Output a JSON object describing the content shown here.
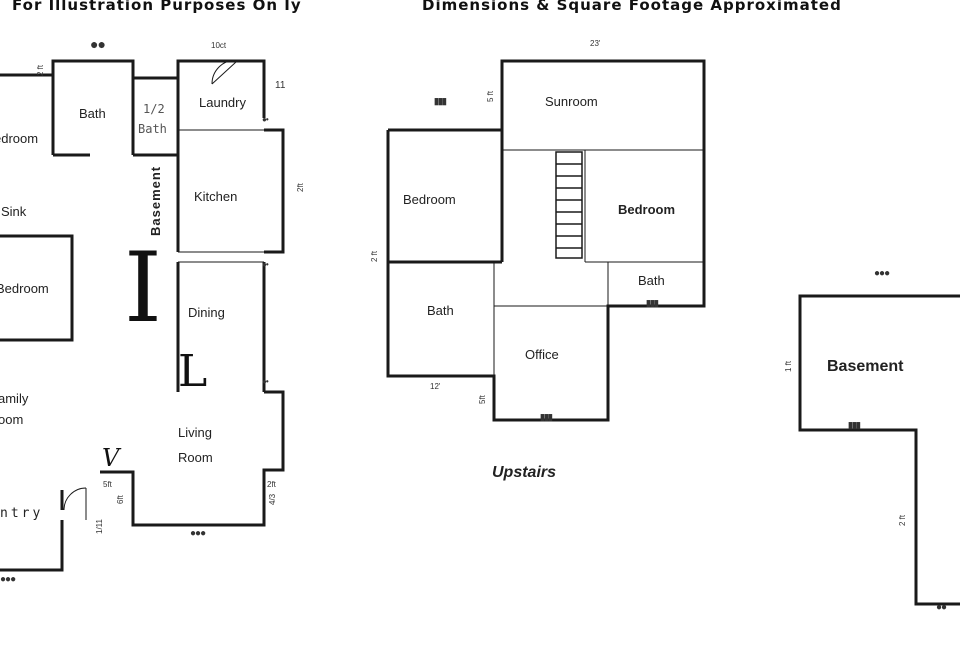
{
  "header": {
    "left": "For Illustration Purposes On Iy",
    "right": "Dimensions & Square Footage Approximated"
  },
  "main_floor": {
    "rooms": {
      "bedroom_top": "edroom",
      "bath": "Bath",
      "half_bath_num": "1/2",
      "half_bath_word": "Bath",
      "laundry": "Laundry",
      "kitchen": "Kitchen",
      "basement": "Basement",
      "sink": "Sink",
      "bedroom_mid": "Bedroom",
      "dining": "Dining",
      "family": "amily",
      "family2": "oom",
      "living": "Living",
      "living2": "Room",
      "entry": "ntry"
    },
    "marks": {
      "big_i": "I",
      "big_l": "L",
      "v": "V"
    },
    "dims": [
      "2 ft",
      "10ct",
      "11",
      "2ft",
      "5ft",
      "6ft",
      "1/11",
      "2ft",
      "4/3"
    ]
  },
  "upstairs": {
    "title": "Upstairs",
    "rooms": {
      "sunroom": "Sunroom",
      "bedroom_left": "Bedroom",
      "bedroom_right": "Bedroom",
      "bath_left": "Bath",
      "bath_right": "Bath",
      "office": "Office"
    },
    "dims": [
      "23'",
      "12'",
      "5ft",
      "2 ft",
      "5 ft"
    ]
  },
  "basement_plan": {
    "title": "Basement",
    "dims": [
      "1 ft",
      "2 ft"
    ]
  },
  "colors": {
    "wall": "#1a1a1a",
    "background": "#ffffff"
  }
}
